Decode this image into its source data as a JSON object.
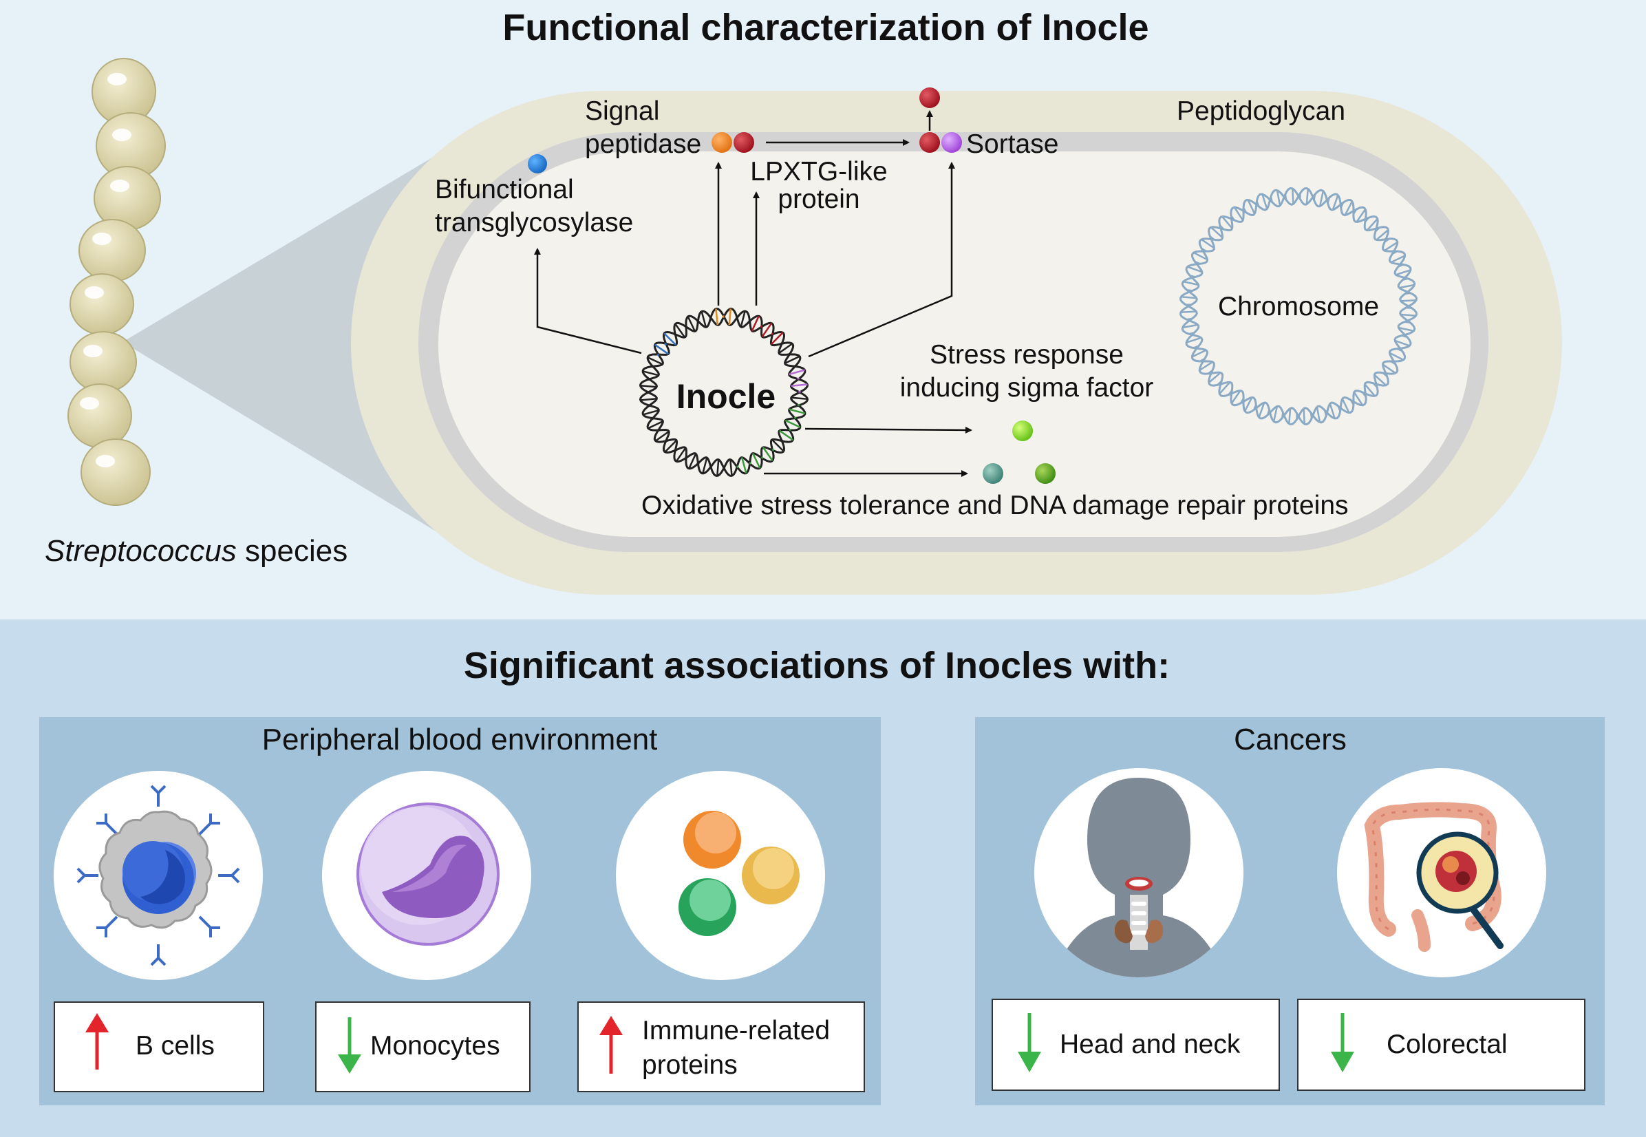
{
  "top": {
    "title": "Functional characterization of Inocle",
    "species_italic": "Streptococcus",
    "species_rest": " species",
    "labels": {
      "signal_line1": "Signal",
      "signal_line2": "peptidase",
      "lpxtg_line1": "LPXTG-like",
      "lpxtg_line2": "protein",
      "sortase": "Sortase",
      "peptidoglycan": "Peptidoglycan",
      "bifunctional_line1": "Bifunctional",
      "bifunctional_line2": "transglycosylase",
      "chromosome": "Chromosome",
      "inocle": "Inocle",
      "stress_line1": "Stress response",
      "stress_line2": "inducing sigma factor",
      "oxidative": "Oxidative stress tolerance and DNA damage repair proteins"
    }
  },
  "bottom": {
    "title": "Significant associations of Inocles with:",
    "blood": {
      "title": "Peripheral blood environment",
      "items": [
        {
          "line1": "B cells",
          "line2": "",
          "direction": "up",
          "icon": "b-cell-icon"
        },
        {
          "line1": "Monocytes",
          "line2": "",
          "direction": "down",
          "icon": "monocyte-icon"
        },
        {
          "line1": "Immune-related",
          "line2": "proteins",
          "direction": "up",
          "icon": "proteins-icon"
        }
      ]
    },
    "cancers": {
      "title": "Cancers",
      "items": [
        {
          "line1": "Head and neck",
          "direction": "down",
          "icon": "head-neck-icon"
        },
        {
          "line1": "Colorectal",
          "direction": "down",
          "icon": "colon-icon"
        }
      ]
    }
  },
  "colors": {
    "up_arrow": "#e3242b",
    "down_arrow": "#3bb54a",
    "panel_bg": "#a1c2d9",
    "bottom_bg": "#c7dcec",
    "top_bg": "#e7f1f8"
  }
}
